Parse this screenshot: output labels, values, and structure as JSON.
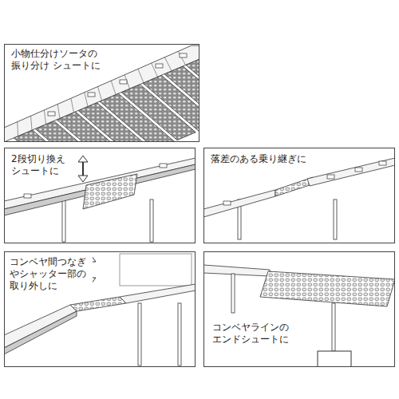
{
  "diagram": {
    "nodes": [
      {
        "text": [
          "小物仕分けソータの 振り分け シュートに"
        ]
      },
      {
        "text": [
          "2段切り換え シュートに"
        ]
      },
      {
        "text": [
          "落差のある乗り継ぎに"
        ]
      },
      {
        "text": [
          "コンベヤ間つなぎ やシャッター部の 取り外しに"
        ]
      },
      {
        "text": [
          "コンベヤラインの エンドシュートに"
        ]
      }
    ]
  }
}
